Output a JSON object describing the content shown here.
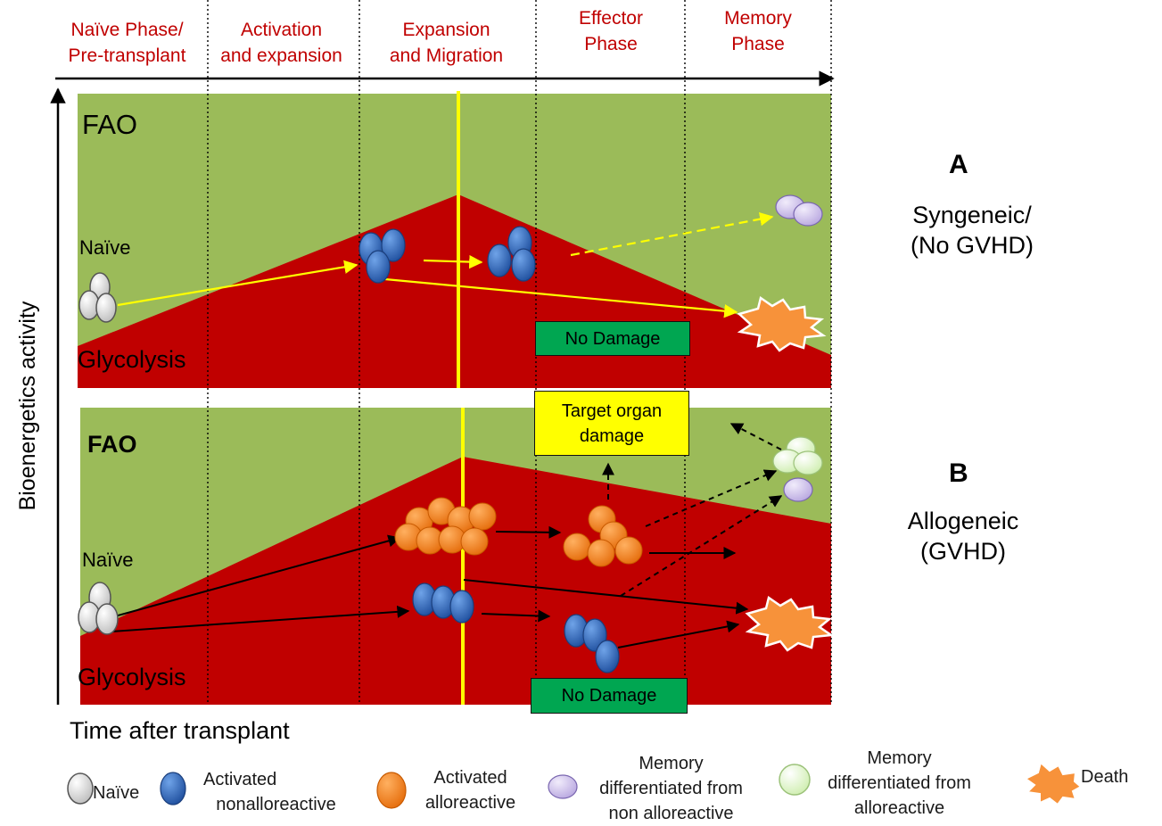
{
  "phases": [
    {
      "line1": "Naïve Phase/",
      "line2": "Pre-transplant"
    },
    {
      "line1": "Activation",
      "line2": "and expansion"
    },
    {
      "line1": "Expansion",
      "line2": "and Migration"
    },
    {
      "line1": "Effector",
      "line2": "Phase"
    },
    {
      "line1": "Memory",
      "line2": "Phase"
    }
  ],
  "axes": {
    "y_label": "Bioenergetics activity",
    "x_label": "Time after transplant"
  },
  "panel_a": {
    "letter": "A",
    "title_line1": "Syngeneic/",
    "title_line2": "(No GVHD)",
    "fao_label": "FAO",
    "glycolysis_label": "Glycolysis",
    "naive_label": "Naïve",
    "no_damage": "No Damage"
  },
  "panel_b": {
    "letter": "B",
    "title_line1": "Allogeneic",
    "title_line2": "(GVHD)",
    "fao_label": "FAO",
    "glycolysis_label": "Glycolysis",
    "naive_label": "Naïve",
    "no_damage": "No Damage",
    "target_line1": "Target organ",
    "target_line2": "damage"
  },
  "legend": {
    "naive": "Naïve",
    "activated_nonallo_1": "Activated",
    "activated_nonallo_2": "nonalloreactive",
    "activated_allo_1": "Activated",
    "activated_allo_2": "alloreactive",
    "memory_nonallo_1": "Memory",
    "memory_nonallo_2": "differentiated from",
    "memory_nonallo_3": "non alloreactive",
    "memory_allo_1": "Memory",
    "memory_allo_2": "differentiated from",
    "memory_allo_3": "alloreactive",
    "death": "Death"
  },
  "colors": {
    "fao_green": "#9bbb59",
    "glycolysis_red": "#c00000",
    "phase_text": "#c00000",
    "no_damage_box": "#00a651",
    "target_box": "#ffff00",
    "naive_cell": "#d9d9d9",
    "nonallo_cell": "#2e6fc4",
    "allo_cell": "#f58220",
    "memory_nonallo_cell": "#c7b8e8",
    "memory_allo_cell": "#e2f5c8",
    "death_burst": "#f7923a",
    "yellow_line": "#ffff00"
  },
  "icons": [
    "naive-cell-icon",
    "nonalloreactive-cell-icon",
    "alloreactive-cell-icon",
    "memory-nonalloreactive-cell-icon",
    "memory-alloreactive-cell-icon",
    "death-burst-icon"
  ]
}
